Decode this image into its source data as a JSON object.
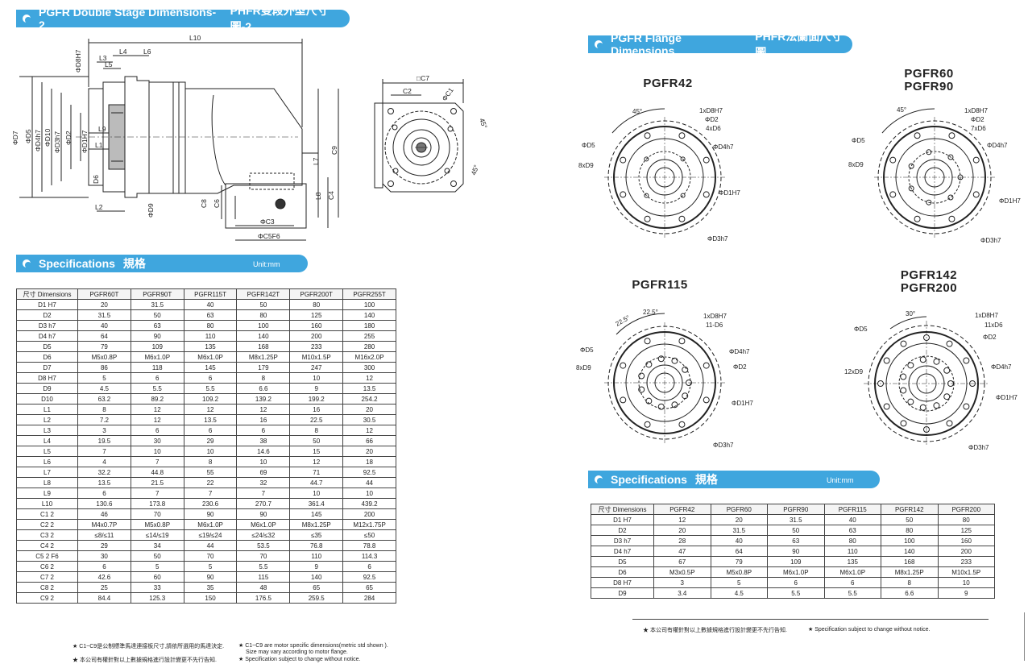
{
  "colors": {
    "accent": "#3fa6de",
    "dark": "#2a3a4a"
  },
  "left_header": {
    "title": "PGFR Double Stage Dimensions-2",
    "title_cn": "PHFR雙段外型尺寸圖-2"
  },
  "right_header": {
    "title": "PGFR Flange Dimensions",
    "title_cn": "PHFR法蘭面尺寸圖"
  },
  "spec_header_left": {
    "title": "Specifications",
    "title_cn": "規格",
    "unit": "Unit:mm"
  },
  "spec_header_right": {
    "title": "Specifications",
    "title_cn": "規格",
    "unit": "Unit:mm"
  },
  "drawing_labels": {
    "side": [
      "L10",
      "L3",
      "L4",
      "L6",
      "L5",
      "ΦD8H7",
      "L9",
      "L1",
      "L2",
      "D6",
      "ΦD9",
      "ΦD7",
      "ΦD5",
      "ΦD4h7",
      "ΦD10",
      "ΦD3h7",
      "ΦD2",
      "ΦD1H7",
      "C8",
      "C6",
      "ΦC3",
      "ΦC5F6",
      "L7",
      "L8",
      "C9",
      "C4"
    ],
    "front": [
      "□C7",
      "C2",
      "ΦC1",
      "45°",
      "45°"
    ]
  },
  "flange_titles": [
    "PGFR42",
    "PGFR60\nPGFR90",
    "PGFR115",
    "PGFR142\nPGFR200"
  ],
  "flange_labels": {
    "f42": [
      "45°",
      "1xD8H7",
      "ΦD2",
      "4xD6",
      "ΦD5",
      "ΦD4h7",
      "8xD9",
      "ΦD1H7",
      "ΦD3h7"
    ],
    "f60": [
      "45°",
      "1xD8H7",
      "ΦD2",
      "7xD6",
      "ΦD5",
      "ΦD4h7",
      "8xD9",
      "ΦD1H7",
      "ΦD3h7"
    ],
    "f115": [
      "22.5°",
      "22.5°",
      "1xD8H7",
      "11-D6",
      "ΦD5",
      "ΦD4h7",
      "8xD9",
      "ΦD2",
      "ΦD1H7",
      "ΦD3h7"
    ],
    "f142": [
      "30°",
      "1xD8H7",
      "11xD6",
      "ΦD5",
      "ΦD2",
      "12xD9",
      "ΦD4h7",
      "ΦD1H7",
      "ΦD3h7"
    ]
  },
  "left_table": {
    "headers": [
      "尺寸 Dimensions",
      "PGFR60T",
      "PGFR90T",
      "PGFR115T",
      "PGFR142T",
      "PGFR200T",
      "PGFR255T"
    ],
    "rows": [
      [
        "D1 H7",
        "20",
        "31.5",
        "40",
        "50",
        "80",
        "100"
      ],
      [
        "D2",
        "31.5",
        "50",
        "63",
        "80",
        "125",
        "140"
      ],
      [
        "D3 h7",
        "40",
        "63",
        "80",
        "100",
        "160",
        "180"
      ],
      [
        "D4 h7",
        "64",
        "90",
        "110",
        "140",
        "200",
        "255"
      ],
      [
        "D5",
        "79",
        "109",
        "135",
        "168",
        "233",
        "280"
      ],
      [
        "D6",
        "M5x0.8P",
        "M6x1.0P",
        "M6x1.0P",
        "M8x1.25P",
        "M10x1.5P",
        "M16x2.0P"
      ],
      [
        "D7",
        "86",
        "118",
        "145",
        "179",
        "247",
        "300"
      ],
      [
        "D8 H7",
        "5",
        "6",
        "6",
        "8",
        "10",
        "12"
      ],
      [
        "D9",
        "4.5",
        "5.5",
        "5.5",
        "6.6",
        "9",
        "13.5"
      ],
      [
        "D10",
        "63.2",
        "89.2",
        "109.2",
        "139.2",
        "199.2",
        "254.2"
      ],
      [
        "L1",
        "8",
        "12",
        "12",
        "12",
        "16",
        "20"
      ],
      [
        "L2",
        "7.2",
        "12",
        "13.5",
        "16",
        "22.5",
        "30.5"
      ],
      [
        "L3",
        "3",
        "6",
        "6",
        "6",
        "8",
        "12"
      ],
      [
        "L4",
        "19.5",
        "30",
        "29",
        "38",
        "50",
        "66"
      ],
      [
        "L5",
        "7",
        "10",
        "10",
        "14.6",
        "15",
        "20"
      ],
      [
        "L6",
        "4",
        "7",
        "8",
        "10",
        "12",
        "18"
      ],
      [
        "L7",
        "32.2",
        "44.8",
        "55",
        "69",
        "71",
        "92.5"
      ],
      [
        "L8",
        "13.5",
        "21.5",
        "22",
        "32",
        "44.7",
        "44"
      ],
      [
        "L9",
        "6",
        "7",
        "7",
        "7",
        "10",
        "10"
      ],
      [
        "L10",
        "130.6",
        "173.8",
        "230.6",
        "270.7",
        "361.4",
        "439.2"
      ],
      [
        "C1 2",
        "46",
        "70",
        "90",
        "90",
        "145",
        "200"
      ],
      [
        "C2 2",
        "M4x0.7P",
        "M5x0.8P",
        "M6x1.0P",
        "M6x1.0P",
        "M8x1.25P",
        "M12x1.75P"
      ],
      [
        "C3 2",
        "≤8/≤11",
        "≤14/≤19",
        "≤19/≤24",
        "≤24/≤32",
        "≤35",
        "≤50"
      ],
      [
        "C4 2",
        "29",
        "34",
        "44",
        "53.5",
        "76.8",
        "78.8"
      ],
      [
        "C5 2 F6",
        "30",
        "50",
        "70",
        "70",
        "110",
        "114.3"
      ],
      [
        "C6 2",
        "6",
        "5",
        "5",
        "5.5",
        "9",
        "6"
      ],
      [
        "C7 2",
        "42.6",
        "60",
        "90",
        "115",
        "140",
        "92.5"
      ],
      [
        "C8 2",
        "25",
        "33",
        "35",
        "48",
        "65",
        "65"
      ],
      [
        "C9 2",
        "84.4",
        "125.3",
        "150",
        "176.5",
        "259.5",
        "284"
      ]
    ]
  },
  "right_table": {
    "headers": [
      "尺寸 Dimensions",
      "PGFR42",
      "PGFR60",
      "PGFR90",
      "PGFR115",
      "PGFR142",
      "PGFR200"
    ],
    "rows": [
      [
        "D1 H7",
        "12",
        "20",
        "31.5",
        "40",
        "50",
        "80"
      ],
      [
        "D2",
        "20",
        "31.5",
        "50",
        "63",
        "80",
        "125"
      ],
      [
        "D3 h7",
        "28",
        "40",
        "63",
        "80",
        "100",
        "160"
      ],
      [
        "D4 h7",
        "47",
        "64",
        "90",
        "110",
        "140",
        "200"
      ],
      [
        "D5",
        "67",
        "79",
        "109",
        "135",
        "168",
        "233"
      ],
      [
        "D6",
        "M3x0.5P",
        "M5x0.8P",
        "M6x1.0P",
        "M6x1.0P",
        "M8x1.25P",
        "M10x1.5P"
      ],
      [
        "D8 H7",
        "3",
        "5",
        "6",
        "6",
        "8",
        "10"
      ],
      [
        "D9",
        "3.4",
        "4.5",
        "5.5",
        "5.5",
        "6.6",
        "9"
      ]
    ]
  },
  "notes_left": {
    "cn1": "★ C1~C9是公制標準馬達連接板尺寸,請依所選用的馬達決定.",
    "en1": "★ C1~C9 are motor specific dimensions(metric std shown ).",
    "en1b": "Size may vary according to motor flange.",
    "cn2": "★ 本公司有權針對以上數據規格進行設計變更不先行告知.",
    "en2": "★ Specification subject to change without notice."
  },
  "notes_right": {
    "cn": "★ 本公司有權針對以上數據規格進行設計變更不先行告知.",
    "en": "★ Specification subject to change without notice."
  }
}
